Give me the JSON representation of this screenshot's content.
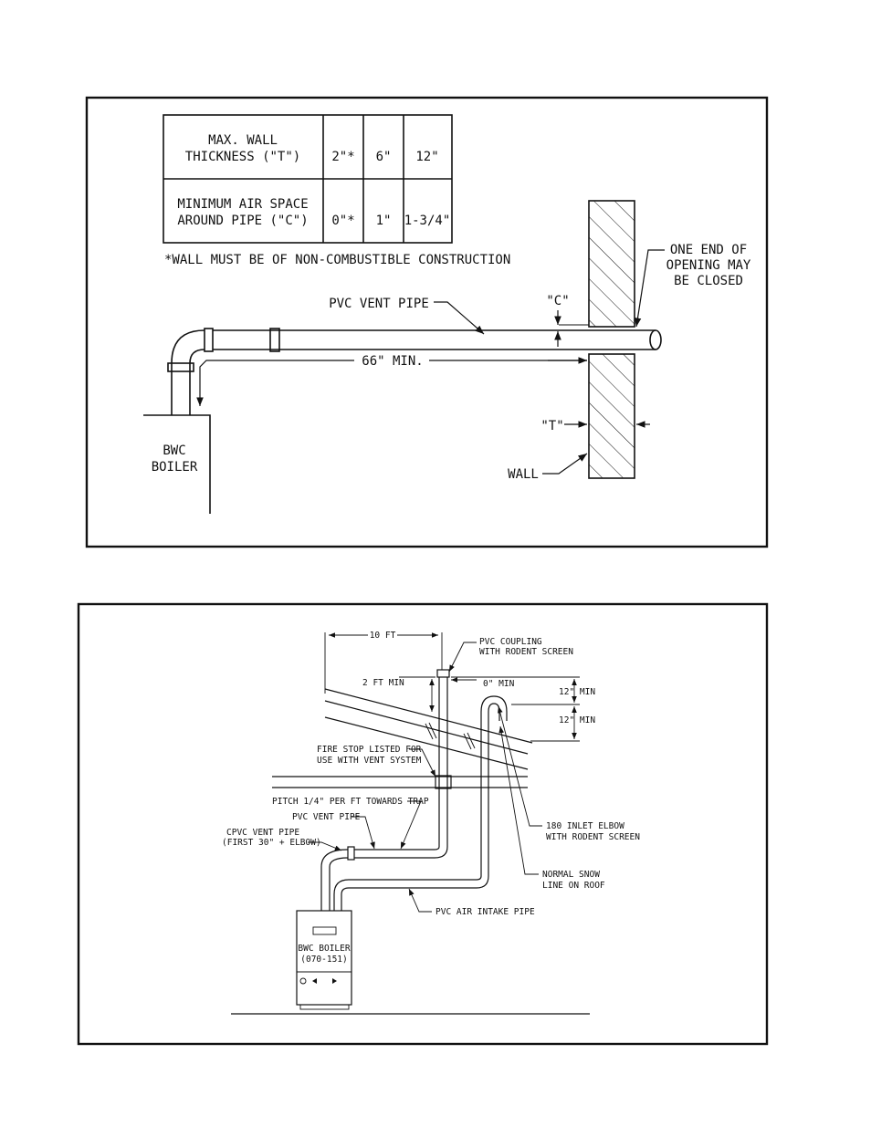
{
  "figure1": {
    "table": {
      "row1_label": [
        "MAX. WALL",
        "THICKNESS (\"T\")"
      ],
      "row1_values": [
        "2\"*",
        "6\"",
        "12\""
      ],
      "row2_label": [
        "MINIMUM AIR SPACE",
        "AROUND PIPE (\"C\")"
      ],
      "row2_values": [
        "0\"*",
        "1\"",
        "1-3/4\""
      ]
    },
    "note": "*WALL MUST BE OF NON-COMBUSTIBLE CONSTRUCTION",
    "labels": {
      "pvc_vent_pipe": "PVC VENT PIPE",
      "c_dim": "\"C\"",
      "min_length": "66\" MIN.",
      "t_dim": "\"T\"",
      "wall": "WALL",
      "one_end": [
        "ONE END OF",
        "OPENING MAY",
        "BE CLOSED"
      ],
      "boiler": [
        "BWC",
        "BOILER"
      ]
    }
  },
  "figure2": {
    "labels": {
      "ten_ft": "10 FT",
      "pvc_coupling": [
        "PVC COUPLING",
        "WITH RODENT SCREEN"
      ],
      "two_ft_min": "2 FT MIN",
      "zero_min": "0\" MIN",
      "twelve_min_a": "12\" MIN",
      "twelve_min_b": "12\" MIN",
      "fire_stop": [
        "FIRE STOP LISTED FOR",
        "USE WITH VENT SYSTEM"
      ],
      "pitch": "PITCH 1/4\" PER FT TOWARDS TRAP",
      "pvc_vent_pipe": "PVC VENT PIPE",
      "cpvc_vent_pipe": [
        "CPVC VENT PIPE",
        "(FIRST 30\" + ELBOW)"
      ],
      "inlet_elbow": [
        "180 INLET ELBOW",
        "WITH RODENT SCREEN"
      ],
      "snow_line": [
        "NORMAL SNOW",
        "LINE ON ROOF"
      ],
      "air_intake": "PVC AIR INTAKE PIPE",
      "boiler": [
        "BWC BOILER",
        "(070-151)"
      ]
    }
  }
}
